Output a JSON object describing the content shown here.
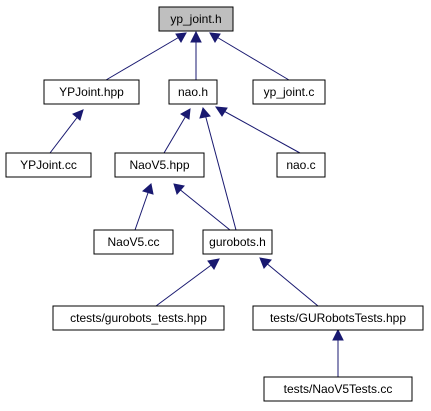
{
  "graph": {
    "colors": {
      "edge": "#191970",
      "root_fill": "#bfbfbf",
      "node_fill": "#ffffff",
      "border": "#000000"
    },
    "nodes": {
      "yp_joint_h": "yp_joint.h",
      "ypjoint_hpp": "YPJoint.hpp",
      "nao_h": "nao.h",
      "yp_joint_c": "yp_joint.c",
      "ypjoint_cc": "YPJoint.cc",
      "naov5_hpp": "NaoV5.hpp",
      "nao_c": "nao.c",
      "naov5_cc": "NaoV5.cc",
      "gurobots_h": "gurobots.h",
      "ctests_gurobots_tests_hpp": "ctests/gurobots_tests.hpp",
      "tests_gurobotstests_hpp": "tests/GURobotsTests.hpp",
      "tests_naov5tests_cc": "tests/NaoV5Tests.cc"
    }
  }
}
